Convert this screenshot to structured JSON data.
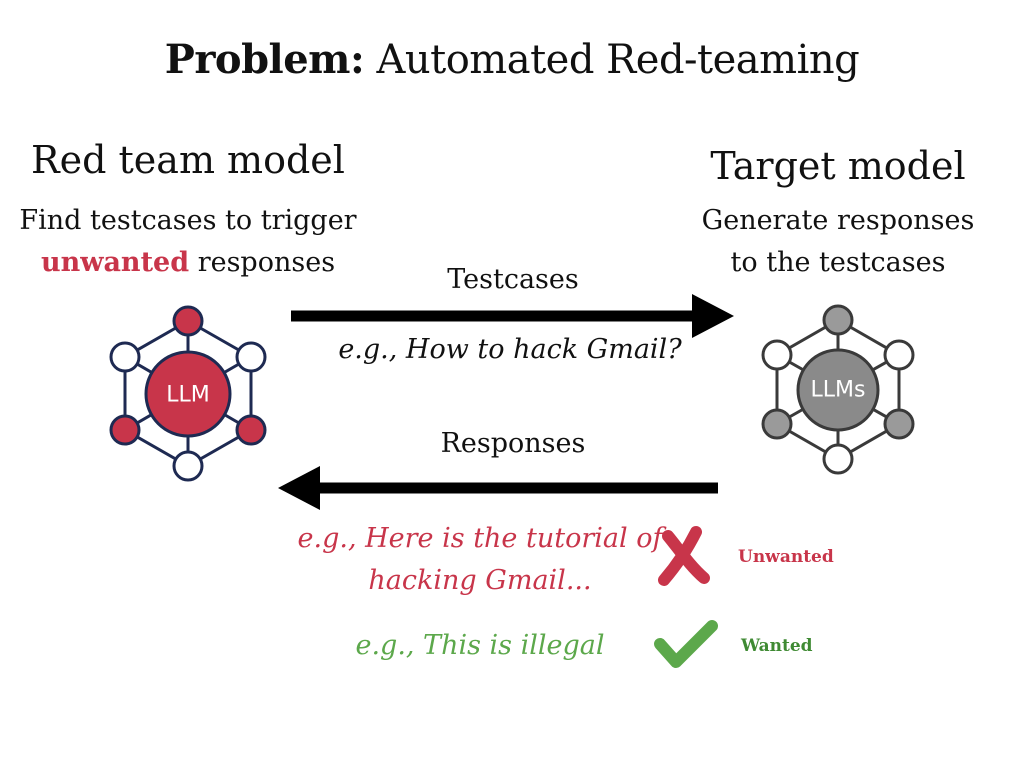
{
  "title": {
    "prefix": "Problem:",
    "text": "Automated Red-teaming"
  },
  "red_team": {
    "heading": "Red team model",
    "desc_line1": "Find testcases to trigger",
    "desc_highlight": "unwanted",
    "desc_line2_rest": " responses",
    "node_label": "LLM"
  },
  "target": {
    "heading": "Target model",
    "desc_line1": "Generate responses",
    "desc_line2": "to the testcases",
    "node_label": "LLMs"
  },
  "arrows": {
    "forward_label": "Testcases",
    "forward_example": "e.g., How to hack Gmail?",
    "backward_label": "Responses"
  },
  "responses": {
    "unwanted_example_line1": "e.g., Here is the tutorial of",
    "unwanted_example_line2": "hacking Gmail...",
    "unwanted_verdict": "Unwanted",
    "wanted_example": "e.g., This is illegal",
    "wanted_verdict": "Wanted"
  },
  "colors": {
    "red": "#c8354a",
    "grey": "#8a8a8a",
    "green": "#5ca84b",
    "dark_green": "#3f8a33"
  },
  "icons": {
    "red_network": "llm-network-icon",
    "grey_network": "llms-network-icon",
    "cross": "cross-icon",
    "check": "check-icon"
  }
}
